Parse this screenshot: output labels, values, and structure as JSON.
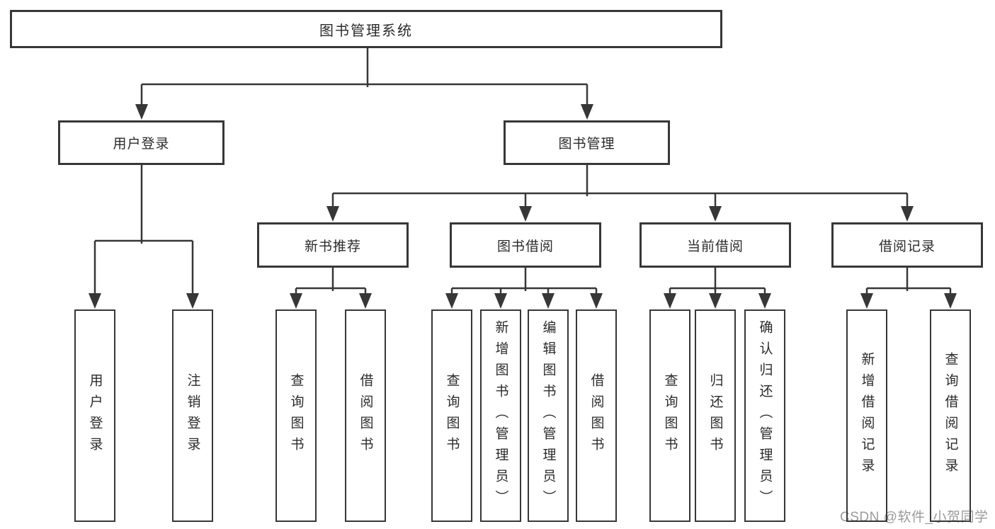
{
  "diagram": {
    "colors": {
      "line": "#373737",
      "node_text": "#2b2b2b",
      "watermark_text": "#9b9b9b",
      "background": "#ffffff"
    },
    "tree": {
      "label": "图书管理系统",
      "children": [
        {
          "label": "用户登录",
          "children": [
            {
              "label": "用户登录"
            },
            {
              "label": "注销登录"
            }
          ]
        },
        {
          "label": "图书管理",
          "children": [
            {
              "label": "新书推荐",
              "children": [
                {
                  "label": "查询图书"
                },
                {
                  "label": "借阅图书"
                }
              ]
            },
            {
              "label": "图书借阅",
              "children": [
                {
                  "label": "查询图书"
                },
                {
                  "label": "新增图书（管理员）"
                },
                {
                  "label": "编辑图书（管理员）"
                },
                {
                  "label": "借阅图书"
                }
              ]
            },
            {
              "label": "当前借阅",
              "children": [
                {
                  "label": "查询图书"
                },
                {
                  "label": "归还图书"
                },
                {
                  "label": "确认归还（管理员）"
                }
              ]
            },
            {
              "label": "借阅记录",
              "children": [
                {
                  "label": "新增借阅记录"
                },
                {
                  "label": "查询借阅记录"
                }
              ]
            }
          ]
        }
      ]
    },
    "watermark": {
      "text": "CSDN @软件_小贺同学"
    }
  }
}
